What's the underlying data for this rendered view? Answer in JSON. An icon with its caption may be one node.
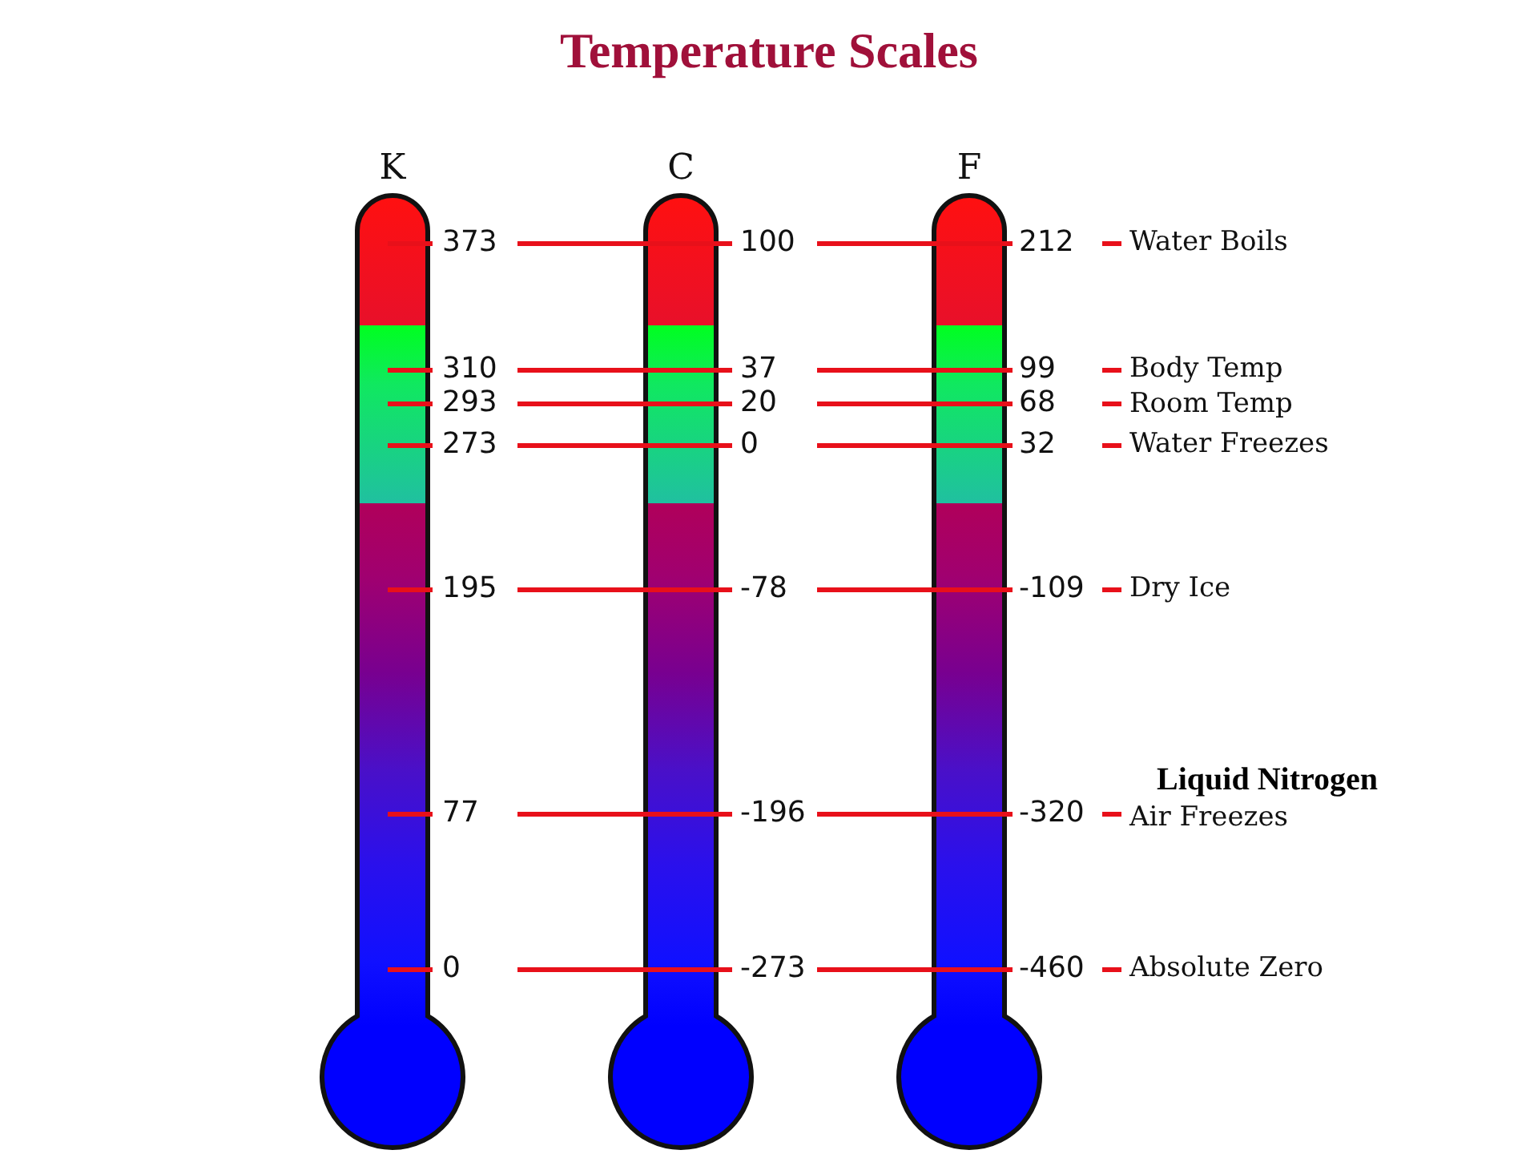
{
  "diagram": {
    "title": "Temperature Scales",
    "nodes": [
      {
        "text": [
          "K"
        ],
        "beside": [
          "373",
          "310",
          "293",
          "273",
          "195",
          "77",
          "0"
        ]
      },
      {
        "text": [
          "C"
        ],
        "beside": [
          "100",
          "37",
          "20",
          "0",
          "-78",
          "-196",
          "-273"
        ]
      },
      {
        "text": [
          "F"
        ],
        "beside": [
          "212",
          "99",
          "68",
          "32",
          "-109",
          "-320",
          "-460"
        ]
      }
    ],
    "labels": [
      "Water Boils",
      "Body Temp",
      "Room Temp",
      "Water Freezes",
      "Dry Ice",
      "Liquid Nitrogen",
      "Air Freezes",
      "Absolute Zero"
    ]
  }
}
